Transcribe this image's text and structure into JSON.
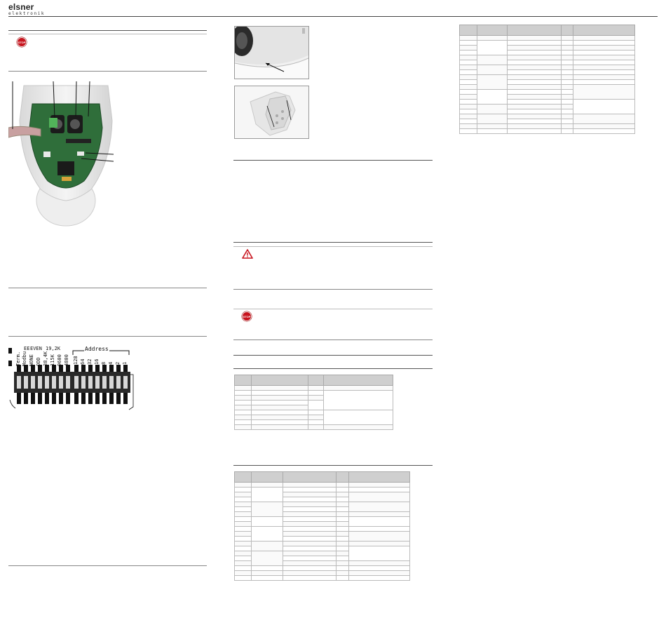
{
  "header": {
    "logo_main": "elsner",
    "logo_sub": "elektronik"
  },
  "icons": {
    "stop_label": "STOP",
    "stop_color": "#c8141e",
    "warning_color": "#c8141e"
  },
  "dip_switch": {
    "group_left_labels": [
      "Term.",
      "Modbu",
      "NONE",
      "ODD",
      "115K",
      "9600",
      "4800"
    ],
    "top_labels": [
      "EE",
      "EVEN",
      "19,2K",
      "38,4K"
    ],
    "address_title": "Address",
    "address_labels": [
      "128",
      "64",
      "32",
      "16",
      "8",
      "4",
      "2",
      "1"
    ]
  }
}
